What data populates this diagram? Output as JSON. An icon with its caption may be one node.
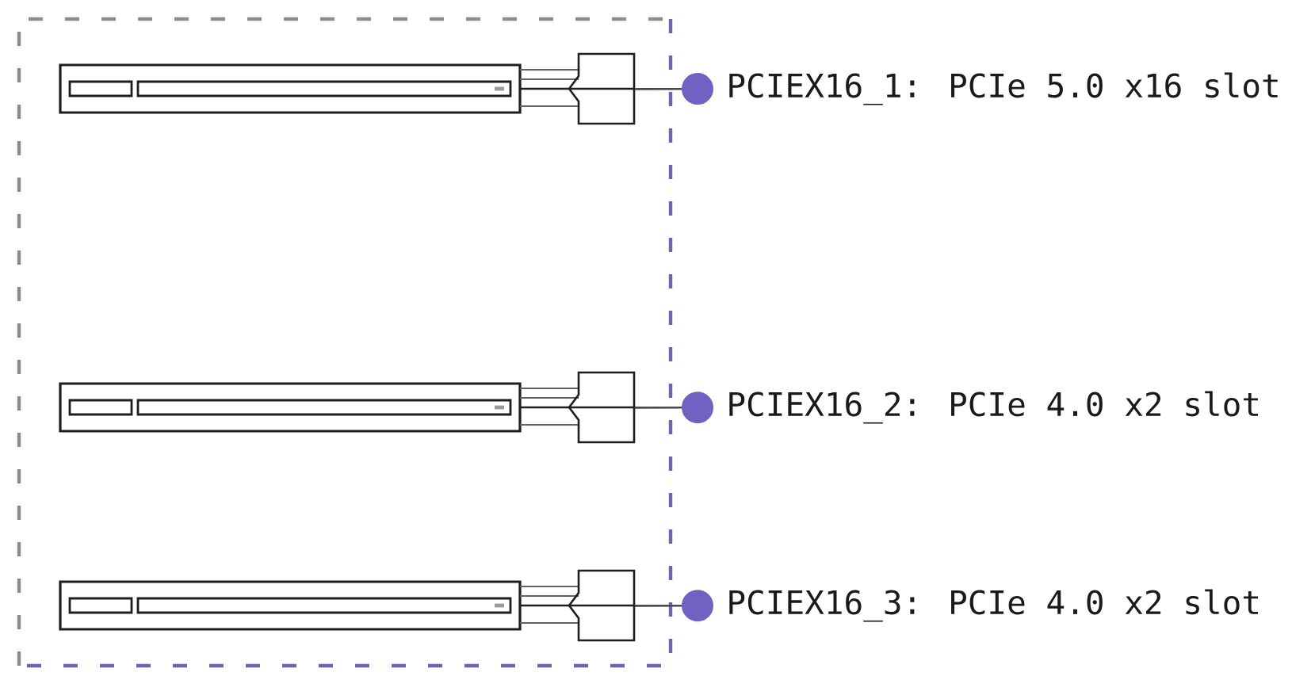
{
  "diagram": {
    "nodes": [
      {
        "text": [],
        "shape": "box"
      },
      {
        "text": [],
        "shape": "picture",
        "in": 0
      },
      {
        "text": [
          "PCIEX16_1: PCIe 5.0 x16 slot"
        ]
      },
      {
        "text": [],
        "shape": "picture",
        "in": 0
      },
      {
        "text": [
          "PCIEX16_2: PCIe 4.0 x2 slot"
        ]
      },
      {
        "text": [],
        "shape": "picture",
        "in": 0
      },
      {
        "text": [
          "PCIEX16_3: PCIe 4.0 x2 slot"
        ]
      }
    ],
    "edges": [
      {
        "from": 2,
        "to": 1,
        "arrow": "other"
      },
      {
        "from": 4,
        "to": 3,
        "arrow": "other"
      },
      {
        "from": 6,
        "to": 5,
        "arrow": "other"
      }
    ]
  }
}
